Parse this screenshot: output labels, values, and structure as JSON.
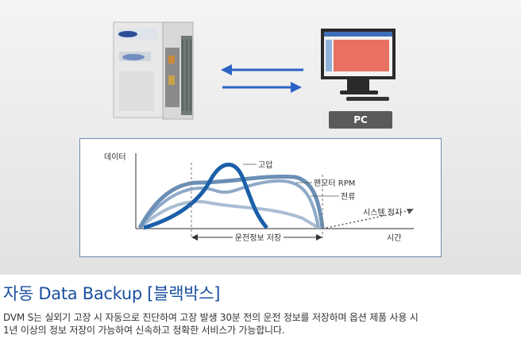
{
  "pc_label": "PC",
  "diagram": {
    "y_axis_label": "데이터",
    "x_axis_label": "시간",
    "curve_labels": {
      "high_pressure": "고압",
      "fan_motor": "팬모터 RPM",
      "current": "전류",
      "system_stop": "시스템 정지"
    },
    "storage_label": "운전정보 저장"
  },
  "section": {
    "title": "자동 Data Backup [블랙박스]",
    "line1": "DVM S는 실외기 고장 시 자동으로 진단하여 고장 발생 30분 전의 운전 정보를 저장하며 옵션 제품 사용 시",
    "line2": "1년 이상의 정보 저장이 가능하여 신속하고 정확한 서비스가 가능합니다."
  },
  "colors": {
    "arrow_blue": "#2b63c5",
    "heading_blue": "#1a4fa0",
    "curve_dark": "#1b5fa8",
    "curve_mid": "#6b8fb5",
    "curve_light": "#a9bdd4"
  }
}
